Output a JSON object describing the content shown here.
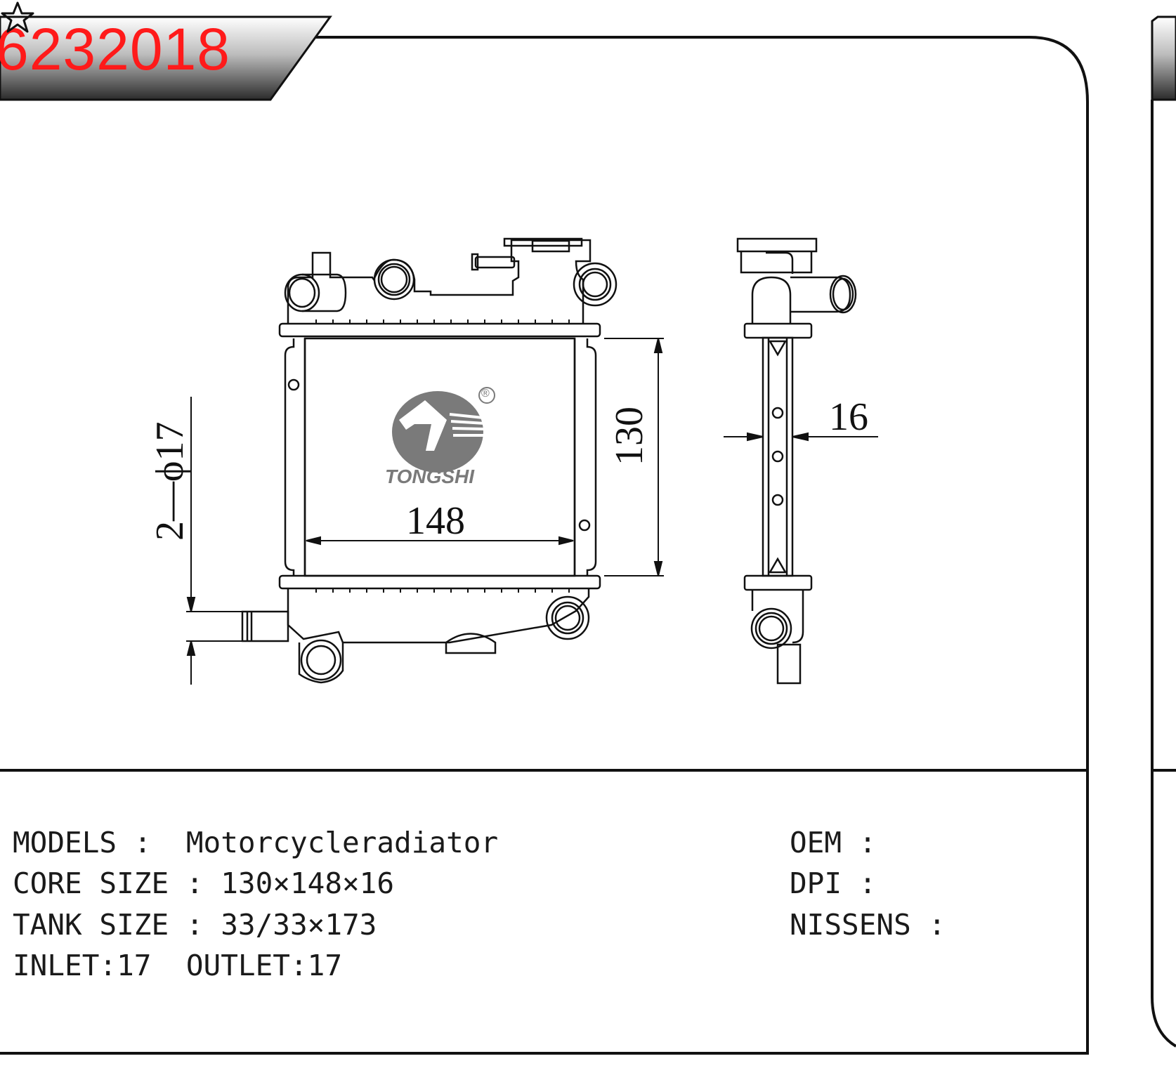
{
  "part_number": "6232018",
  "brand": "TONGSHI",
  "registered_mark": "®",
  "dimensions": {
    "width": "148",
    "height": "130",
    "thickness": "16",
    "pipe": "2—ϕ17"
  },
  "specs": {
    "models": "MODELS :  Motorcycleradiator",
    "core_size": "CORE SIZE : 130×148×16",
    "tank_size": "TANK SIZE : 33/33×173",
    "inlet_outlet": "INLET:17  OUTLET:17",
    "oem": "OEM :",
    "dpi": "DPI :",
    "nissens": "NISSENS :"
  },
  "colors": {
    "part_number": "#ff1a1a",
    "logo": "#7a7a7a"
  },
  "icons": {
    "favorite": "star-outline-icon"
  }
}
